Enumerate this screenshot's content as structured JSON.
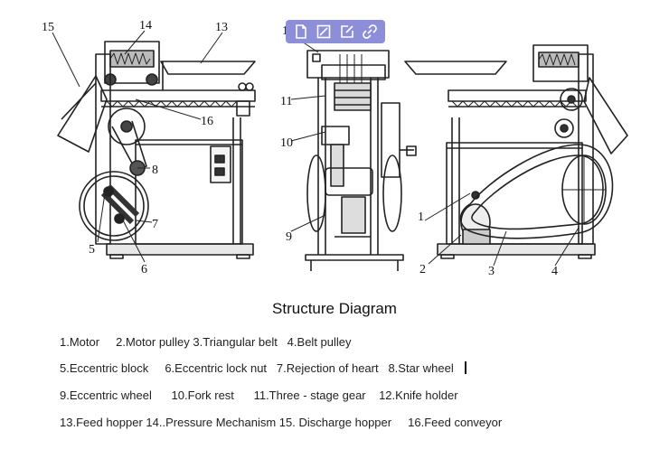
{
  "toolbar": {
    "icons": [
      "file-icon",
      "image-edit-icon",
      "edit-icon",
      "link-icon"
    ]
  },
  "callouts": [
    "1",
    "2",
    "3",
    "4",
    "5",
    "6",
    "7",
    "8",
    "9",
    "10",
    "11",
    "12",
    "13",
    "14",
    "15",
    "16"
  ],
  "title": "Structure Diagram",
  "legend": {
    "row1": "1.Motor     2.Motor pulley 3.Triangular belt   4.Belt pulley",
    "row2": "5.Eccentric block     6.Eccentric lock nut   7.Rejection of heart   8.Star wheel",
    "row3": "9.Eccentric wheel      10.Fork rest      11.Three - stage gear    12.Knife holder",
    "row4": "13.Feed hopper 14..Pressure Mechanism 15. Discharge hopper     16.Feed conveyor"
  }
}
